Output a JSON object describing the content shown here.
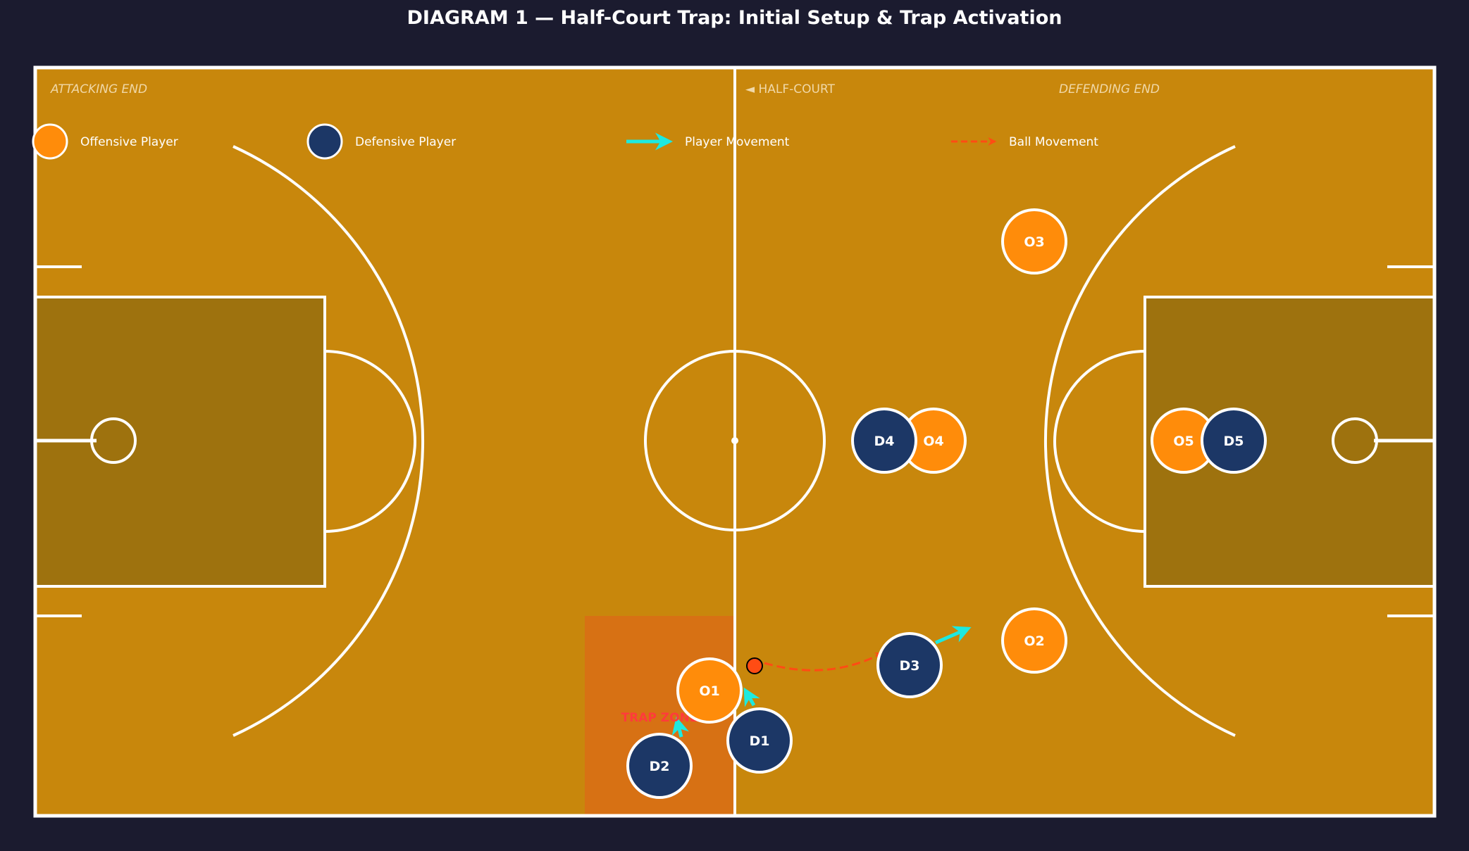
{
  "title": "DIAGRAM 1 — Half-Court Trap: Initial Setup & Trap Activation",
  "court_labels": {
    "attacking_end": "ATTACKING END",
    "half_court": "◄ HALF-COURT",
    "defending_end": "DEFENDING END"
  },
  "legend": {
    "offensive": "Offensive Player",
    "defensive": "Defensive Player",
    "player_movement": "Player Movement",
    "ball_movement": "Ball Movement"
  },
  "trap_zone_label": "TRAP ZONE",
  "players": {
    "o1": "O1",
    "o2": "O2",
    "o3": "O3",
    "o4": "O4",
    "o5": "O5",
    "d1": "D1",
    "d2": "D2",
    "d3": "D3",
    "d4": "D4",
    "d5": "D5"
  },
  "colors": {
    "background": "#1b1b2f",
    "court": "#c8870c",
    "paint": "#9e720e",
    "lines": "#ffffff",
    "offense": "#ff8c0a",
    "defense": "#1c3766",
    "player_movement": "#1de9e0",
    "ball_movement": "#ff4c14",
    "trap_zone": "#e8571f",
    "trap_text": "#ff3b3b"
  }
}
